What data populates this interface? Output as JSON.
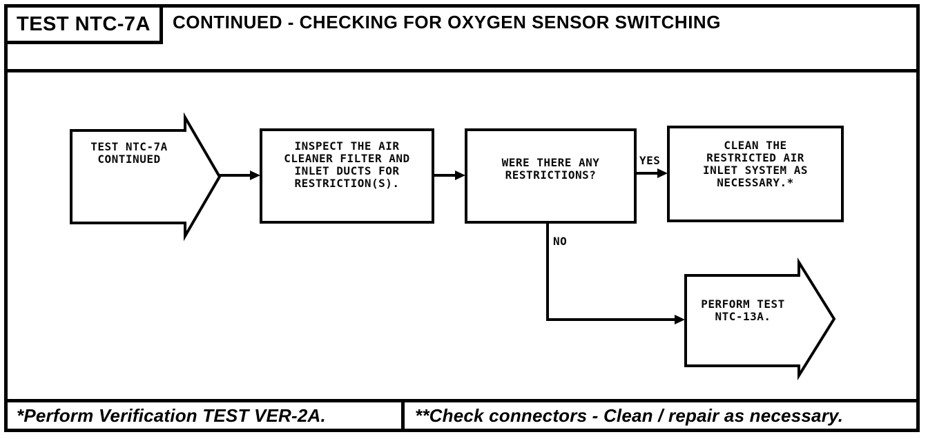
{
  "colors": {
    "ink": "#000000",
    "paper": "#ffffff"
  },
  "header": {
    "test_id": "TEST NTC-7A",
    "title": "CONTINUED - CHECKING FOR OXYGEN SENSOR SWITCHING"
  },
  "flowchart": {
    "entry_connector": "TEST NTC-7A\nCONTINUED",
    "step_inspect": "INSPECT THE AIR\nCLEANER FILTER AND\nINLET DUCTS FOR\nRESTRICTION(S).",
    "decision_restrictions": "WERE THERE ANY\nRESTRICTIONS?",
    "label_yes": "YES",
    "label_no": "NO",
    "step_clean": "CLEAN THE\nRESTRICTED AIR\nINLET SYSTEM AS\nNECESSARY.*",
    "exit_connector": "PERFORM TEST\nNTC-13A."
  },
  "footnotes": {
    "first": "*Perform Verification TEST VER-2A.",
    "second": "**Check connectors - Clean / repair as necessary."
  }
}
